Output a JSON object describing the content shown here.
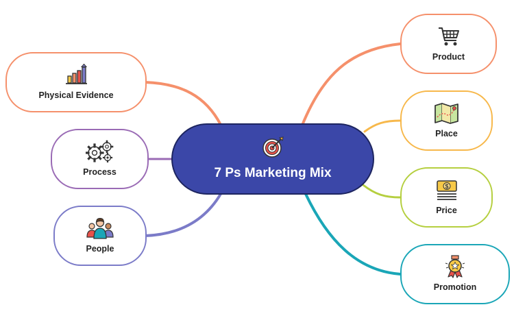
{
  "center": {
    "title": "7 Ps Marketing Mix",
    "icon": "target-dart-icon",
    "fill": "#3b47a8"
  },
  "branches": [
    {
      "id": "product",
      "label": "Product",
      "icon": "shopping-cart-icon",
      "color": "#f5906b"
    },
    {
      "id": "place",
      "label": "Place",
      "icon": "map-icon",
      "color": "#f7b84b"
    },
    {
      "id": "price",
      "label": "Price",
      "icon": "money-icon",
      "color": "#b5cf3f"
    },
    {
      "id": "promotion",
      "label": "Promotion",
      "icon": "award-badge-icon",
      "color": "#1aa6b7"
    },
    {
      "id": "physical-evidence",
      "label": "Physical Evidence",
      "icon": "bar-chart-icon",
      "color": "#f5906b"
    },
    {
      "id": "process",
      "label": "Process",
      "icon": "gears-icon",
      "color": "#9a6bb5"
    },
    {
      "id": "people",
      "label": "People",
      "icon": "people-group-icon",
      "color": "#7b7bc8"
    }
  ]
}
